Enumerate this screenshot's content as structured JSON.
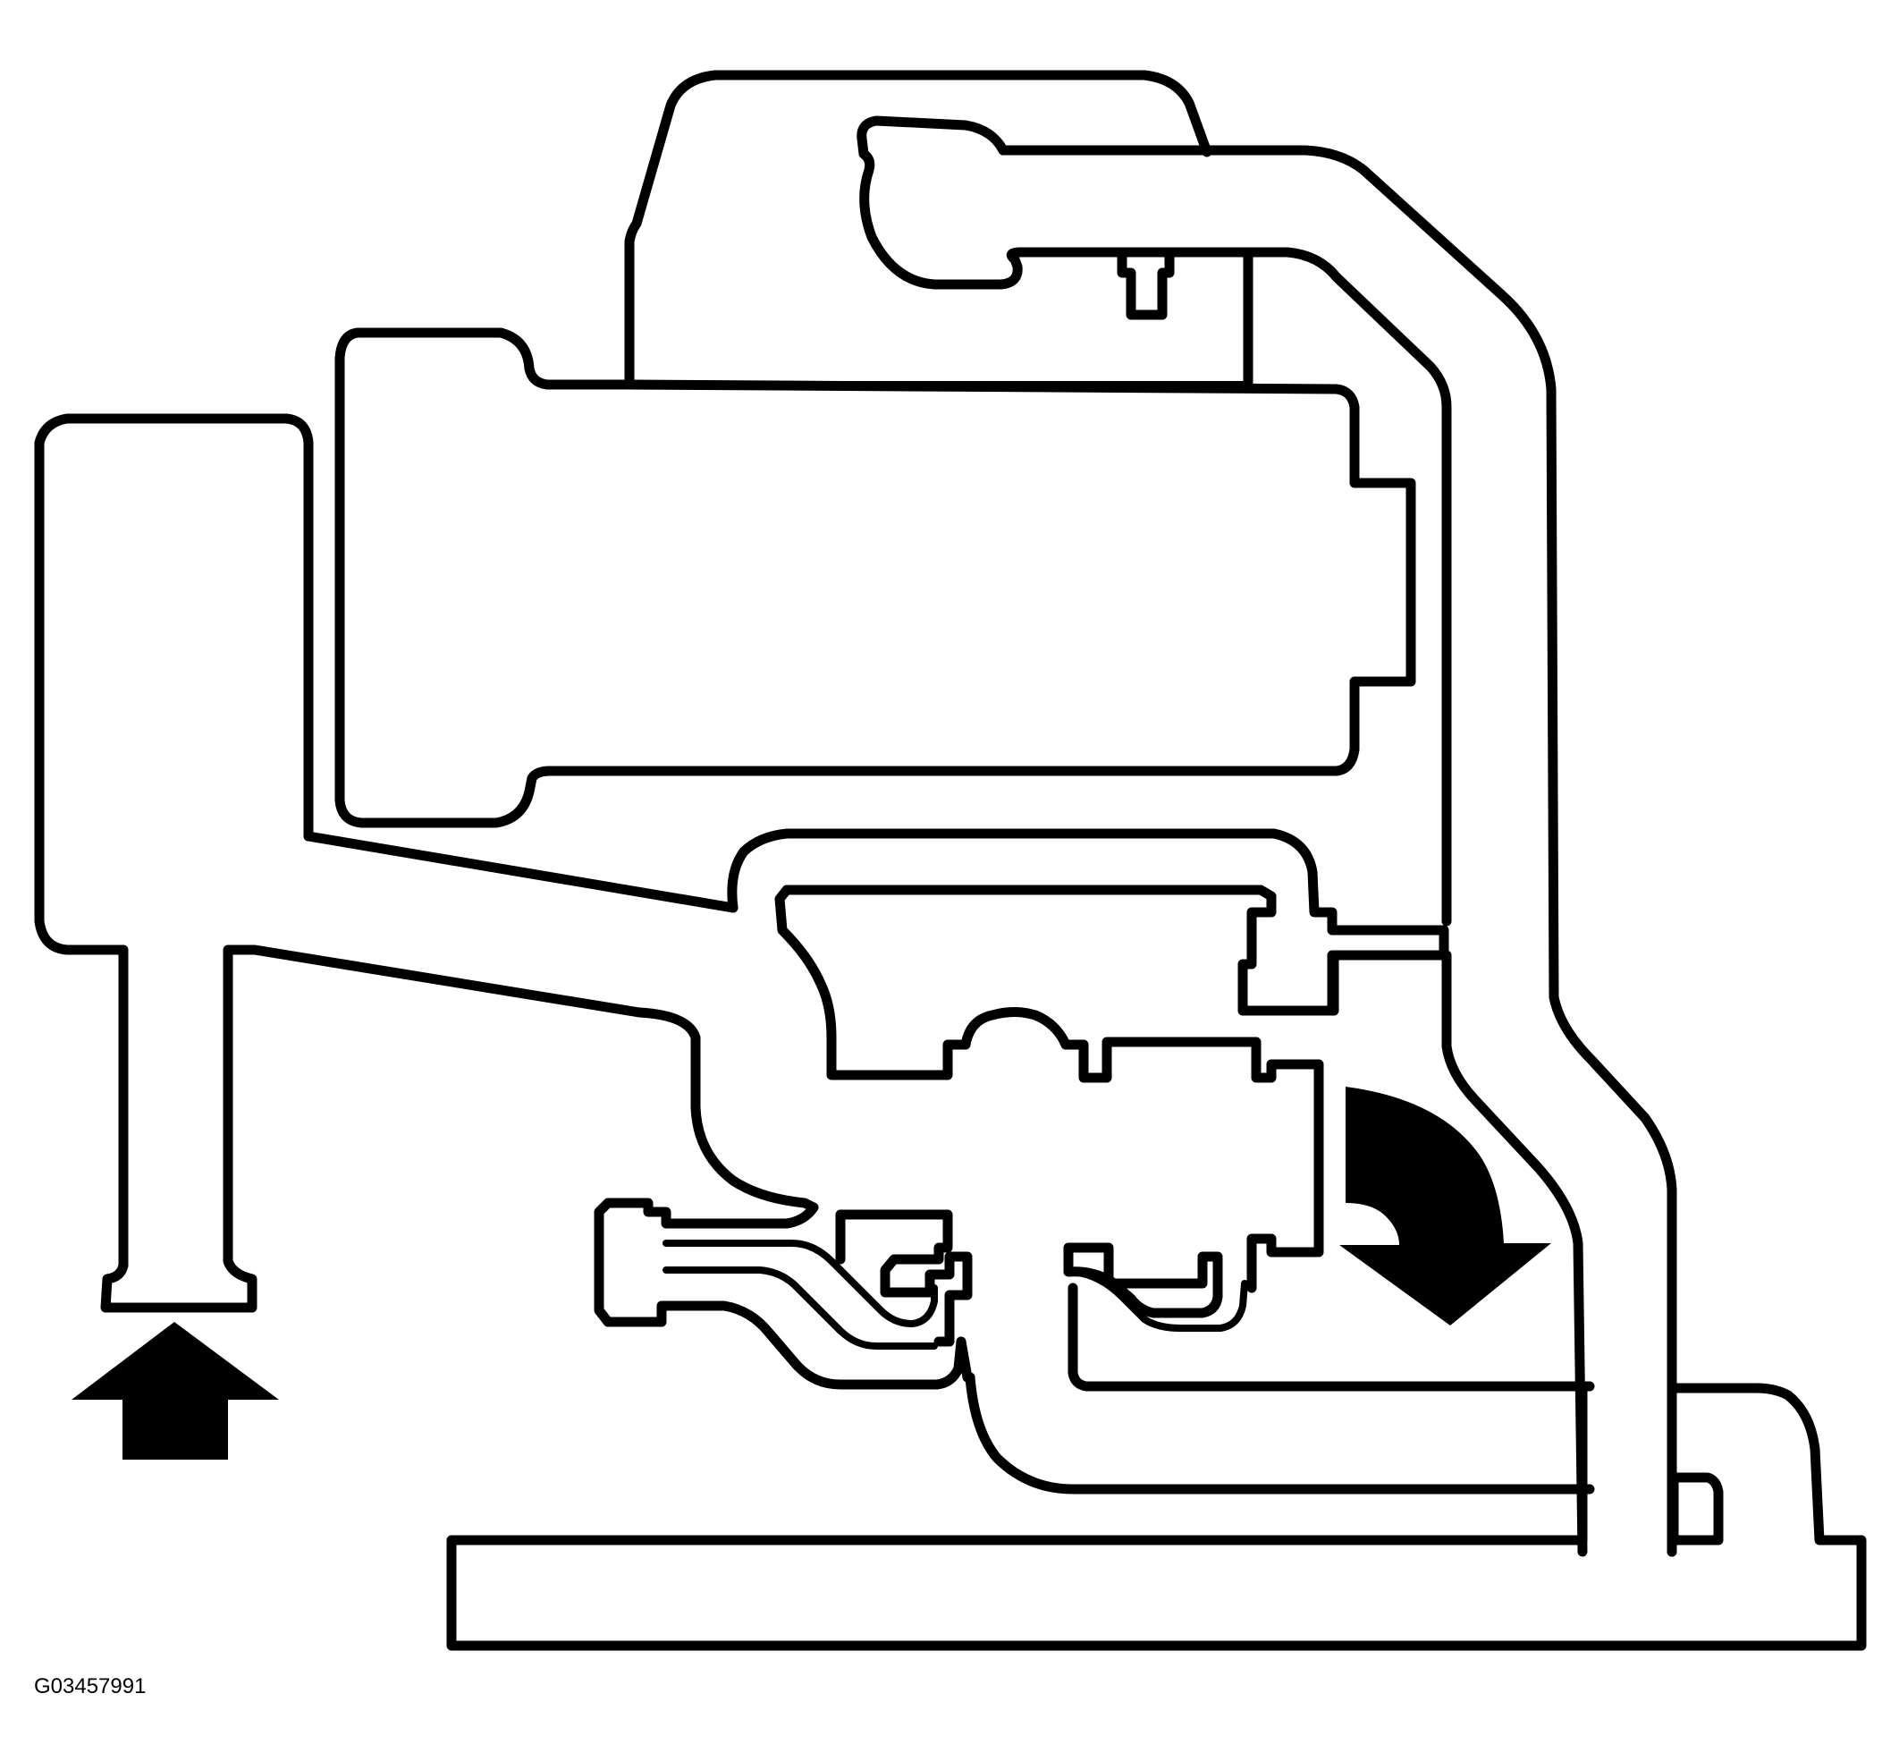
{
  "figure": {
    "id_label": "G03457991",
    "line_color": "#000000",
    "background": "#ffffff"
  },
  "arrows": [
    {
      "name": "inflow-arrow",
      "direction": "up"
    },
    {
      "name": "outflow-arrow",
      "direction": "down-curved"
    }
  ]
}
